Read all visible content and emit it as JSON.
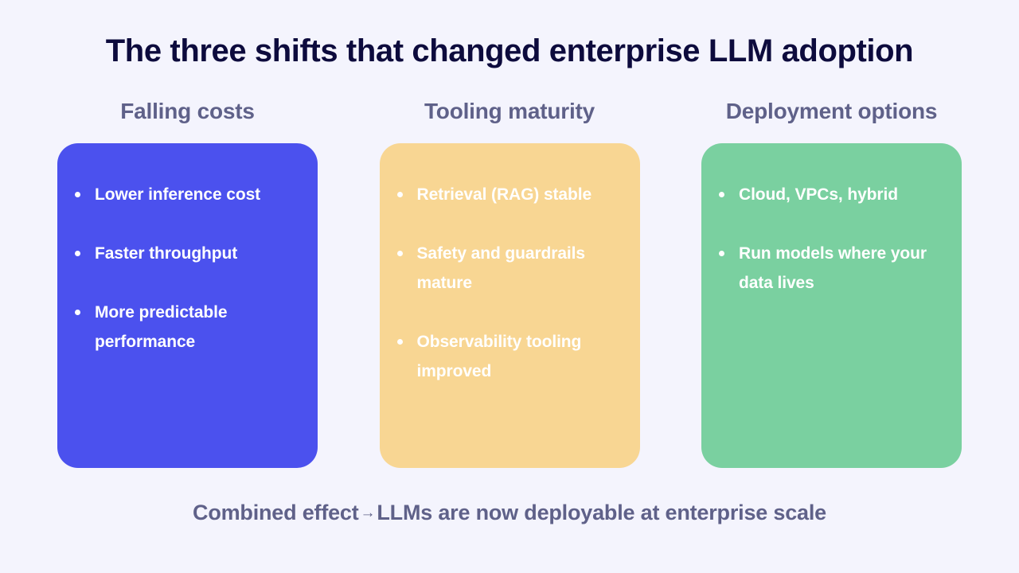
{
  "slide": {
    "title": "The three shifts that changed enterprise LLM adoption",
    "background_color": "#f4f4fd",
    "title_color": "#0d0b3d",
    "accent_color": "#5f6189",
    "footer": {
      "lead": "Combined effect",
      "arrow": "→",
      "text": "LLMs are now deployable at enterprise scale"
    },
    "columns": [
      {
        "heading": "Falling costs",
        "card_color": "#4b51ee",
        "text_color": "#ffffff",
        "bullets": [
          "Lower inference cost",
          "Faster throughput",
          "More predictable performance"
        ]
      },
      {
        "heading": "Tooling maturity",
        "card_color": "#f8d693",
        "text_color": "#ffffff",
        "bullets": [
          "Retrieval (RAG) stable",
          "Safety and guardrails mature",
          "Observability tooling improved"
        ]
      },
      {
        "heading": "Deployment options",
        "card_color": "#7ad0a0",
        "text_color": "#ffffff",
        "bullets": [
          "Cloud, VPCs, hybrid",
          "Run models where your data lives"
        ]
      }
    ]
  }
}
